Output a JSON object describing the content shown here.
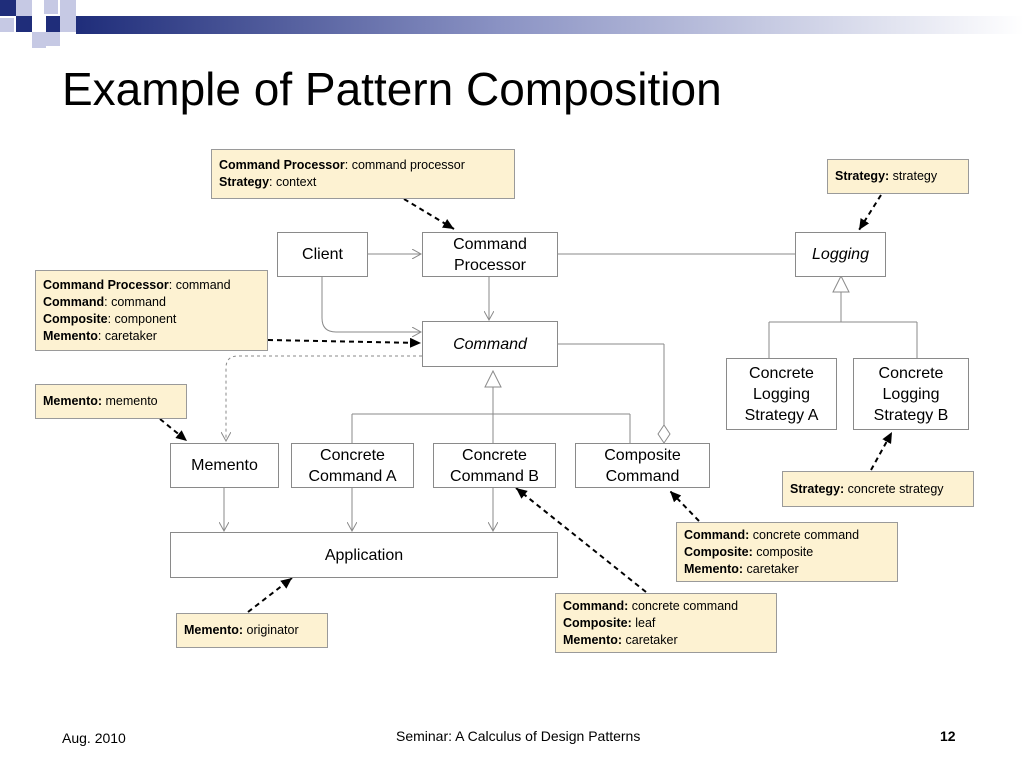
{
  "slide": {
    "title": "Example of Pattern Composition",
    "footer_left": "Aug. 2010",
    "footer_center": "Seminar: A Calculus of Design Patterns",
    "page_number": "12"
  },
  "classes": {
    "client": "Client",
    "command_processor": [
      "Command",
      "Processor"
    ],
    "logging": "Logging",
    "command": "Command",
    "concrete_logging_a": [
      "Concrete",
      "Logging",
      "Strategy A"
    ],
    "concrete_logging_b": [
      "Concrete",
      "Logging",
      "Strategy B"
    ],
    "memento": "Memento",
    "concrete_command_a": [
      "Concrete",
      "Command A"
    ],
    "concrete_command_b": [
      "Concrete",
      "Command B"
    ],
    "composite_command": [
      "Composite",
      "Command"
    ],
    "application": "Application"
  },
  "notes": {
    "cmd_processor": [
      {
        "role": "Command Processor",
        "sep": ": ",
        "value": "command processor"
      },
      {
        "role": "Strategy",
        "sep": ": ",
        "value": "context"
      }
    ],
    "strategy": [
      {
        "role": "Strategy:",
        "sep": " ",
        "value": "strategy"
      }
    ],
    "command": [
      {
        "role": "Command Processor",
        "sep": ": ",
        "value": "command"
      },
      {
        "role": "Command",
        "sep": ": ",
        "value": "command"
      },
      {
        "role": "Composite",
        "sep": ": ",
        "value": "component"
      },
      {
        "role": "Memento",
        "sep": ": ",
        "value": "caretaker"
      }
    ],
    "memento": [
      {
        "role": "Memento:",
        "sep": " ",
        "value": "memento"
      }
    ],
    "concrete_strategy": [
      {
        "role": "Strategy:",
        "sep": " ",
        "value": "concrete strategy"
      }
    ],
    "composite_command": [
      {
        "role": "Command:",
        "sep": " ",
        "value": "concrete command"
      },
      {
        "role": "Composite:",
        "sep": " ",
        "value": "composite"
      },
      {
        "role": "Memento:",
        "sep": " ",
        "value": "caretaker"
      }
    ],
    "concrete_command_b": [
      {
        "role": "Command:",
        "sep": " ",
        "value": "concrete command"
      },
      {
        "role": "Composite:",
        "sep": " ",
        "value": "leaf"
      },
      {
        "role": "Memento:",
        "sep": " ",
        "value": "caretaker"
      }
    ],
    "originator": [
      {
        "role": "Memento:",
        "sep": " ",
        "value": "originator"
      }
    ]
  },
  "colors": {
    "title_bar_start": "#1f2d7a",
    "note_fill": "#fdf2d2",
    "line": "#8a8a8a"
  }
}
